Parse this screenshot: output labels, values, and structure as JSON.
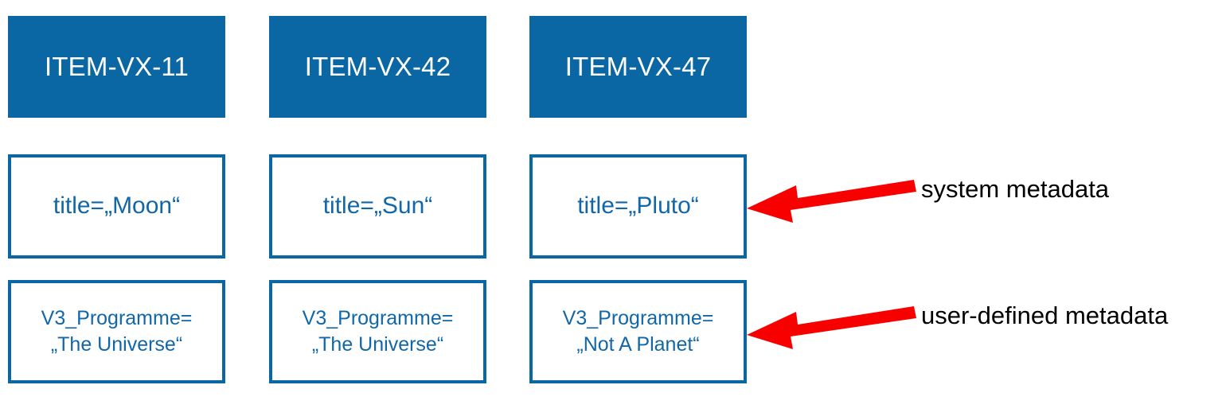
{
  "diagram": {
    "columns": [
      {
        "id": "item-vx-11",
        "header": "ITEM-VX-11",
        "system_metadata": "title=„Moon“",
        "user_metadata_line1": "V3_Programme=",
        "user_metadata_line2": "„The Universe“"
      },
      {
        "id": "item-vx-42",
        "header": "ITEM-VX-42",
        "system_metadata": "title=„Sun“",
        "user_metadata_line1": "V3_Programme=",
        "user_metadata_line2": "„The Universe“"
      },
      {
        "id": "item-vx-47",
        "header": "ITEM-VX-47",
        "system_metadata": "title=„Pluto“",
        "user_metadata_line1": "V3_Programme=",
        "user_metadata_line2": "„Not A Planet“"
      }
    ],
    "annotations": [
      {
        "id": "system-metadata",
        "label": "system metadata"
      },
      {
        "id": "user-defined-metadata",
        "label": "user-defined metadata"
      }
    ],
    "colors": {
      "header_fill": "#0a67a3",
      "box_border": "#0a67a3",
      "box_text": "#1267a8",
      "header_text": "#ffffff",
      "arrow": "#f80000",
      "annotation_text": "#000000",
      "background": "#ffffff"
    }
  }
}
